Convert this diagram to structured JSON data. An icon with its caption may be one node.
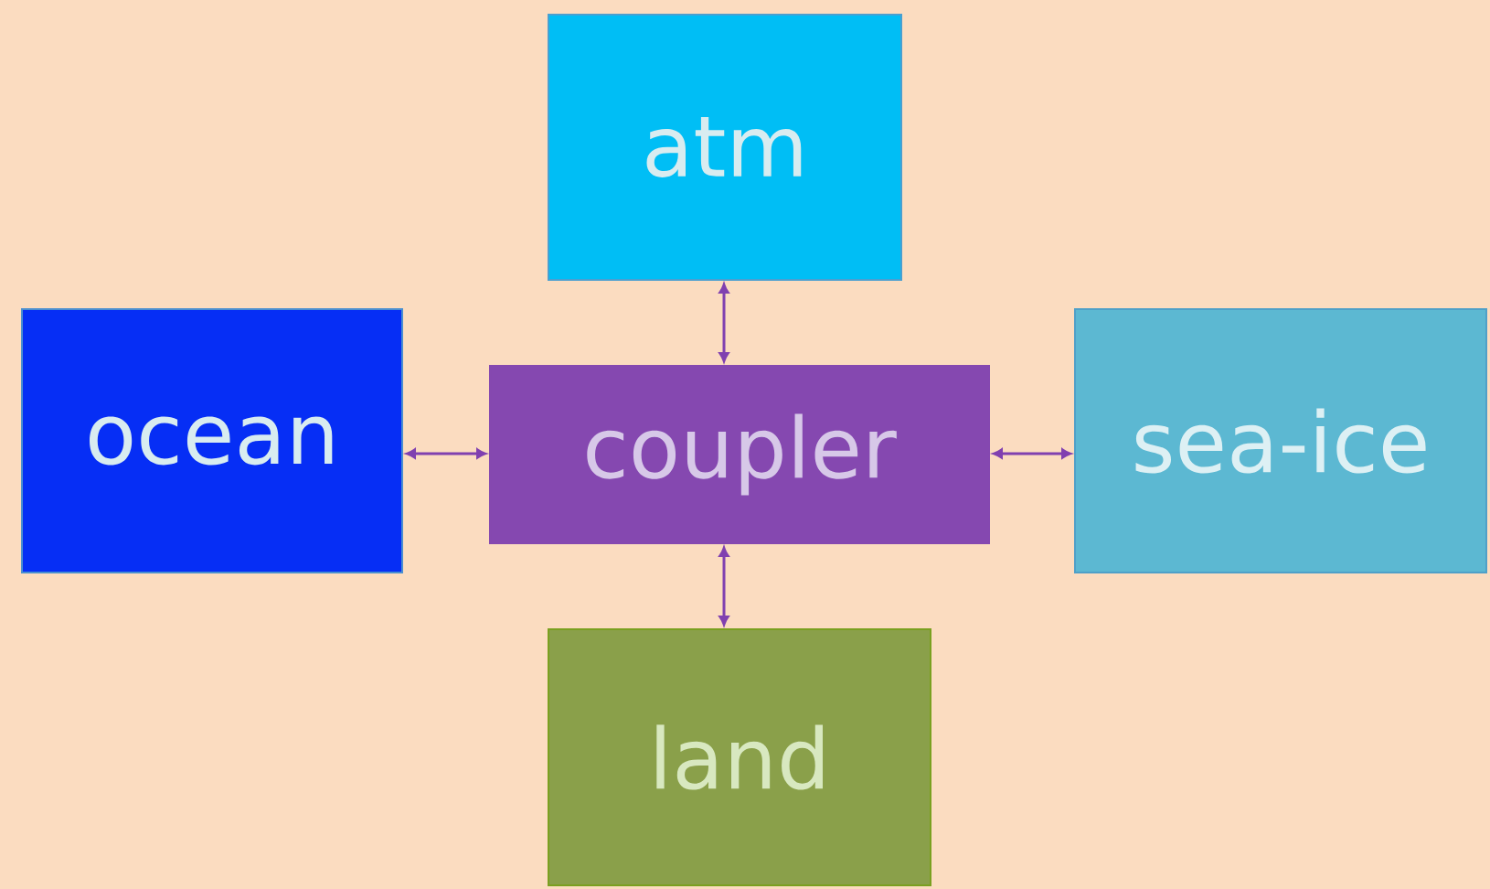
{
  "diagram": {
    "nodes": [
      {
        "text": [
          "atm"
        ]
      },
      {
        "text": [
          "ocean"
        ]
      },
      {
        "text": [
          "coupler"
        ]
      },
      {
        "text": [
          "sea-ice"
        ]
      },
      {
        "text": [
          "land"
        ]
      }
    ],
    "edges": [
      {
        "from": 2,
        "to": 0,
        "arrow": "both"
      },
      {
        "from": 1,
        "to": 2,
        "arrow": "both"
      },
      {
        "from": 2,
        "to": 3,
        "arrow": "both"
      },
      {
        "from": 2,
        "to": 4,
        "arrow": "both"
      }
    ]
  }
}
